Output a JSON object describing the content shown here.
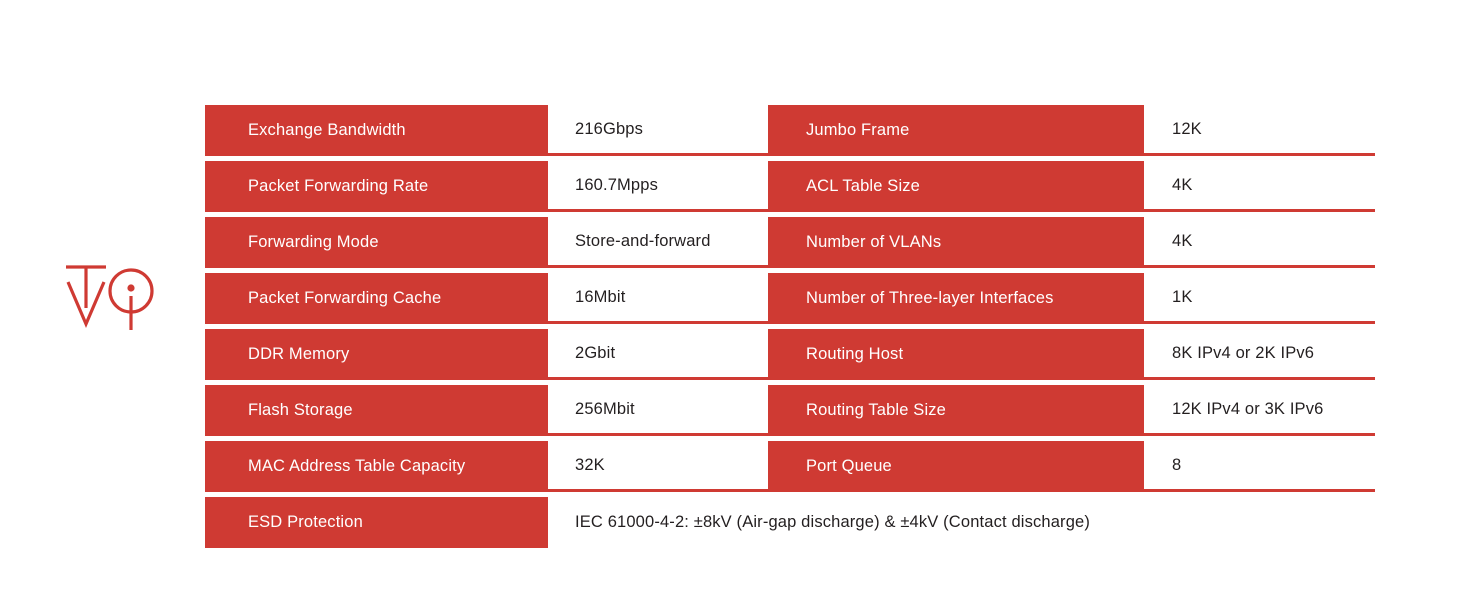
{
  "brand": {
    "logo_name": "tvoi-monogram-logo",
    "logo_letters": "T V O i",
    "color": "#cf3a33"
  },
  "theme": {
    "accent": "#cf3a33",
    "label_text": "#ffffff",
    "value_text": "#231f20",
    "background": "#ffffff"
  },
  "spec_table": {
    "rows": [
      {
        "left_label": "Exchange Bandwidth",
        "left_value": "216Gbps",
        "right_label": "Jumbo Frame",
        "right_value": "12K"
      },
      {
        "left_label": "Packet Forwarding Rate",
        "left_value": "160.7Mpps",
        "right_label": "ACL Table Size",
        "right_value": "4K"
      },
      {
        "left_label": "Forwarding Mode",
        "left_value": "Store-and-forward",
        "right_label": "Number of VLANs",
        "right_value": "4K"
      },
      {
        "left_label": "Packet Forwarding Cache",
        "left_value": "16Mbit",
        "right_label": "Number of Three-layer Interfaces",
        "right_value": "1K"
      },
      {
        "left_label": "DDR Memory",
        "left_value": "2Gbit",
        "right_label": "Routing Host",
        "right_value": "8K IPv4 or 2K IPv6"
      },
      {
        "left_label": "Flash Storage",
        "left_value": "256Mbit",
        "right_label": "Routing Table Size",
        "right_value": "12K IPv4 or 3K IPv6"
      },
      {
        "left_label": "MAC Address Table Capacity",
        "left_value": "32K",
        "right_label": "Port Queue",
        "right_value": "8"
      }
    ],
    "last_row": {
      "label": "ESD Protection",
      "value": "IEC 61000-4-2: ±8kV (Air-gap discharge) & ±4kV (Contact discharge)"
    }
  }
}
